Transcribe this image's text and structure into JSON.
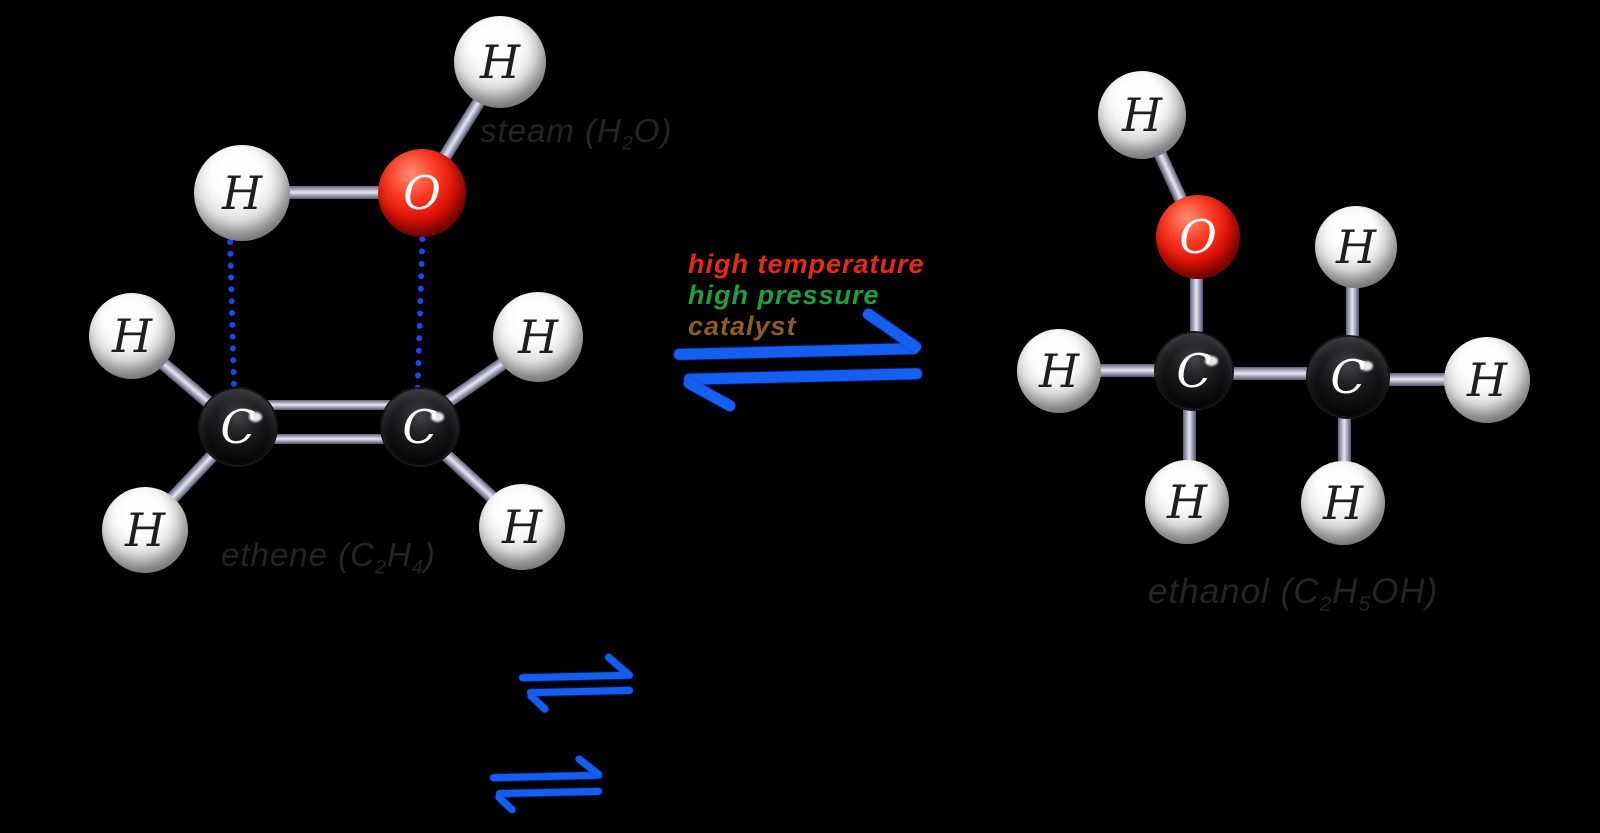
{
  "molecules": {
    "steam": {
      "label": {
        "pre": "steam (H",
        "sub1": "2",
        "post": "O)"
      },
      "atoms": {
        "h1": "H",
        "o1": "O",
        "h2": "H"
      }
    },
    "ethene": {
      "label": {
        "pre": "ethene (C",
        "sub1": "2",
        "mid": "H",
        "sub2": "4",
        "post": ")"
      },
      "atoms": {
        "c1": "C",
        "c2": "C",
        "h_tl": "H",
        "h_tr": "H",
        "h_bl": "H",
        "h_br": "H"
      }
    },
    "ethanol": {
      "label": {
        "pre": "ethanol (C",
        "sub1": "2",
        "mid": "H",
        "sub2": "5",
        "post": "OH)"
      },
      "atoms": {
        "h_oh": "H",
        "o1": "O",
        "h_top": "H",
        "h_left": "H",
        "c1": "C",
        "c2": "C",
        "h_right": "H",
        "h_bot1": "H",
        "h_bot2": "H"
      }
    }
  },
  "conditions": {
    "high_temperature": {
      "text": "high temperature",
      "color": "#e8271d"
    },
    "high_pressure": {
      "text": "high pressure",
      "color": "#1f9e40"
    },
    "catalyst": {
      "text": "catalyst",
      "color": "#8f5c22"
    }
  },
  "colors": {
    "background": "#000000",
    "hydrogen_ball": "#ffffff",
    "carbon_ball": "#0a0a0a",
    "oxygen_ball": "#e01408",
    "bond_rod": "#b4b5c8",
    "equilibrium_arrow_blue": "#155ef2",
    "hydrogen_bond_dotted_blue": "#1b46f0",
    "molecule_label_gray": "#242424"
  }
}
